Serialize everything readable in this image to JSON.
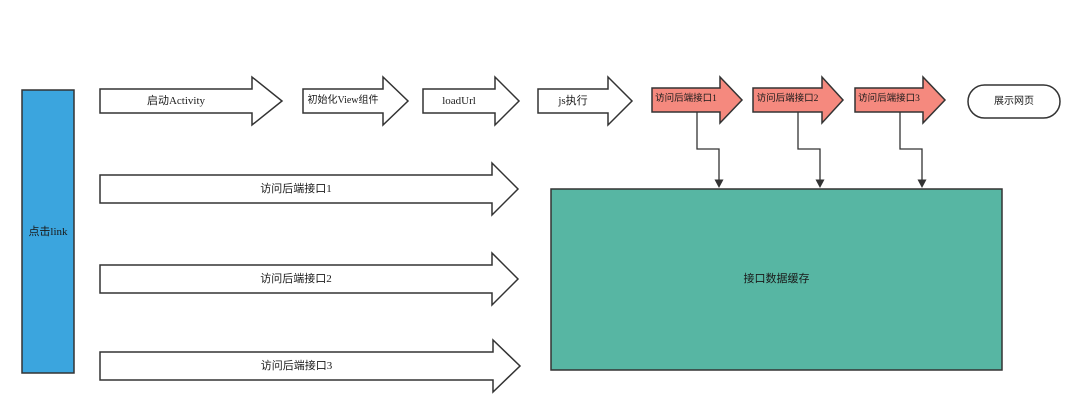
{
  "diagram": {
    "colors": {
      "link_node": "#3BA5DE",
      "backend_arrow": "#F5897E",
      "cache_node": "#57B6A3",
      "flow_arrow": "#ffffff",
      "stroke": "#333333"
    },
    "nodes": {
      "click_link": "点击link",
      "start_activity": "启动Activity",
      "init_view": "初始化View组件",
      "load_url": "loadUrl",
      "js_exec": "js执行",
      "backend_api_1": "访问后端接口1",
      "backend_api_2": "访问后端接口2",
      "backend_api_3": "访问后端接口3",
      "show_page": "展示网页",
      "parallel_api_1": "访问后端接口1",
      "parallel_api_2": "访问后端接口2",
      "parallel_api_3": "访问后端接口3",
      "cache": "接口数据缓存"
    }
  }
}
